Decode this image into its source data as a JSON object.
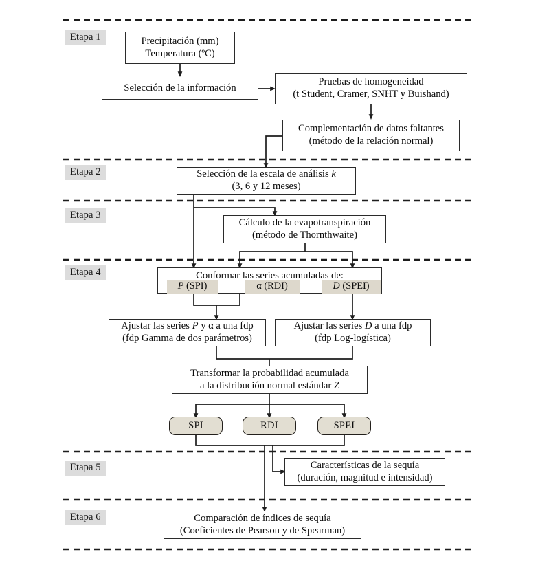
{
  "figure": {
    "type": "flowchart",
    "language": "es",
    "stages": [
      {
        "id": "etapa1",
        "label": "Etapa 1"
      },
      {
        "id": "etapa2",
        "label": "Etapa 2"
      },
      {
        "id": "etapa3",
        "label": "Etapa 3"
      },
      {
        "id": "etapa4",
        "label": "Etapa 4"
      },
      {
        "id": "etapa5",
        "label": "Etapa 5"
      },
      {
        "id": "etapa6",
        "label": "Etapa 6"
      }
    ],
    "nodes": {
      "inputs": {
        "line1": "Precipitación (mm)",
        "line2": "Temperatura (ºC)"
      },
      "seleccion_informacion": {
        "line1": "Selección de la información"
      },
      "pruebas_homogeneidad": {
        "line1": "Pruebas de homogeneidad",
        "line2": "(t Student, Cramer, SNHT y Buishand)"
      },
      "complementacion": {
        "line1": "Complementación de datos faltantes",
        "line2": "(método de la relación normal)"
      },
      "escala_analisis": {
        "line1": "Selección de la escala de análisis k",
        "line2": "(3, 6 y 12 meses)"
      },
      "evapotranspiracion": {
        "line1": "Cálculo de la evapotranspiración",
        "line2": "(método de Thornthwaite)"
      },
      "conformar_series": {
        "line1": "Conformar las series acumuladas de:",
        "tags": [
          "P (SPI)",
          "α (RDI)",
          "D (SPEI)"
        ]
      },
      "ajustar_p_alpha": {
        "line1": "Ajustar las series P y α a una fdp",
        "line2": "(fdp Gamma de dos parámetros)"
      },
      "ajustar_d": {
        "line1": "Ajustar las series D a una fdp",
        "line2": "(fdp Log-logística)"
      },
      "transformar": {
        "line1": "Transformar la probabilidad acumulada",
        "line2": "a la distribución normal estándar Z"
      },
      "indices": [
        "SPI",
        "RDI",
        "SPEI"
      ],
      "caracteristicas": {
        "line1": "Características de la sequía",
        "line2": "(duración, magnitud e intensidad)"
      },
      "comparacion": {
        "line1": "Comparación de índices de sequía",
        "line2": "(Coeficientes de Pearson y de Spearman)"
      }
    },
    "colors": {
      "stage_label_bg": "#dcdcdc",
      "pill_bg": "#e2ded2",
      "tag_bg": "#ddd8cc",
      "stroke": "#2b2b2b",
      "background": "#ffffff"
    }
  }
}
